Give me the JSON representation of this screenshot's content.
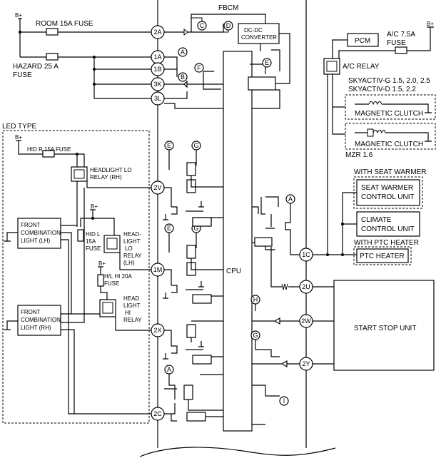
{
  "module": {
    "title": "FBCM",
    "cpu": "CPU",
    "dcdc_line1": "DC-DC",
    "dcdc_line2": "CONVERTER"
  },
  "supply": {
    "bplus": "B+"
  },
  "fuses": {
    "room": "ROOM 15A FUSE",
    "hazard_line1": "HAZARD 25 A",
    "hazard_line2": "FUSE",
    "hid_r": "HID R 15A FUSE",
    "hid_l_line1": "HID L",
    "hid_l_line2": "15A",
    "hid_l_line3": "FUSE",
    "hl_hi_line1": "H/L HI 20A",
    "hl_hi_line2": "FUSE",
    "ac_line1": "A/C 7.5A",
    "ac_line2": "FUSE"
  },
  "pins": {
    "p2A": "2A",
    "p1A": "1A",
    "p1B": "1B",
    "p3K": "3K",
    "p3L": "3L",
    "p2V": "2V",
    "p1M": "1M",
    "p2X": "2X",
    "p2C": "2C",
    "p1C": "1C",
    "p2U": "2U",
    "p2W": "2W",
    "p2Y": "2Y"
  },
  "refs": {
    "a": "A",
    "b": "B",
    "c": "C",
    "d": "D",
    "e": "E",
    "f": "F",
    "g": "G",
    "h": "H",
    "i": "I"
  },
  "left_section": {
    "title": "LED TYPE",
    "lo_relay_line1": "HEADLIGHT LO",
    "lo_relay_line2": "RELAY (RH)",
    "lh_lo_line1": "HEAD-",
    "lh_lo_line2": "LIGHT",
    "lh_lo_line3": "LO",
    "lh_lo_line4": "RELAY",
    "lh_lo_line5": "(LH)",
    "hi_line1": "HEAD",
    "hi_line2": "LIGHT",
    "hi_line3": "HI",
    "hi_line4": "RELAY",
    "fcl_lh_line1": "FRONT",
    "fcl_lh_line2": "COMBINATION",
    "fcl_lh_line3": "LIGHT (LH)",
    "fcl_rh_line1": "FRONT",
    "fcl_rh_line2": "COMBINATION",
    "fcl_rh_line3": "LIGHT (RH)"
  },
  "right_section": {
    "pcm": "PCM",
    "ac_relay": "A/C RELAY",
    "skyactiv_g": "SKYACTIV-G 1.5, 2.0, 2.5",
    "skyactiv_d": "SKYACTIV-D 1.5, 2.2",
    "clutch1": "MAGNETIC CLUTCH",
    "clutch2": "MAGNETIC CLUTCH",
    "mzr": "MZR 1.6",
    "with_seat_warmer": "WITH SEAT WARMER",
    "seat_warmer_line1": "SEAT WARMER",
    "seat_warmer_line2": "CONTROL UNIT",
    "climate_line1": "CLIMATE",
    "climate_line2": "CONTROL UNIT",
    "with_ptc": "WITH PTC HEATER",
    "ptc": "PTC HEATER",
    "start_stop": "START STOP UNIT"
  }
}
